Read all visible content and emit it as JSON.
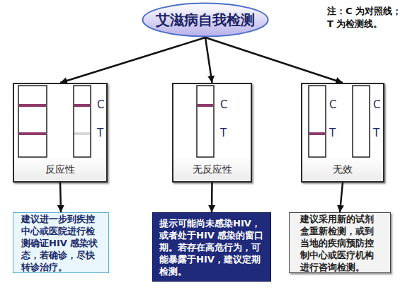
{
  "diagram": {
    "nodes": [
      {
        "text": [
          "艾滋病自我检测"
        ]
      },
      {
        "text": [
          "反应性"
        ]
      },
      {
        "text": [
          "无反应性"
        ]
      },
      {
        "text": [
          "无效"
        ]
      },
      {
        "text": [
          "建议进一步到疾控中心或医院进行检测确证HIV 感染状态，若确诊，尽快转诊治疗。"
        ]
      },
      {
        "text": [
          "提示可能尚未感染HIV，或者处于HIV 感染的窗口期。若存在高危行为，可能暴露于HIV，建议定期检测。"
        ]
      },
      {
        "text": [
          "建议采用新的试剂盒重新检测，或到当地的疾病预防控制中心或医疗机构进行咨询检测。"
        ]
      }
    ],
    "edges": [
      {
        "from": 0,
        "to": 1,
        "arrow": "to"
      },
      {
        "from": 0,
        "to": 2,
        "arrow": "to"
      },
      {
        "from": 0,
        "to": 3,
        "arrow": "to"
      },
      {
        "from": 1,
        "to": 4,
        "arrow": "to"
      },
      {
        "from": 2,
        "to": 5,
        "arrow": "to"
      },
      {
        "from": 3,
        "to": 6,
        "arrow": "to"
      }
    ],
    "labels": [
      "注：C 为对照线；T 为检测线。",
      "C",
      "T",
      "C",
      "T",
      "C",
      "T",
      "C",
      "T"
    ]
  }
}
